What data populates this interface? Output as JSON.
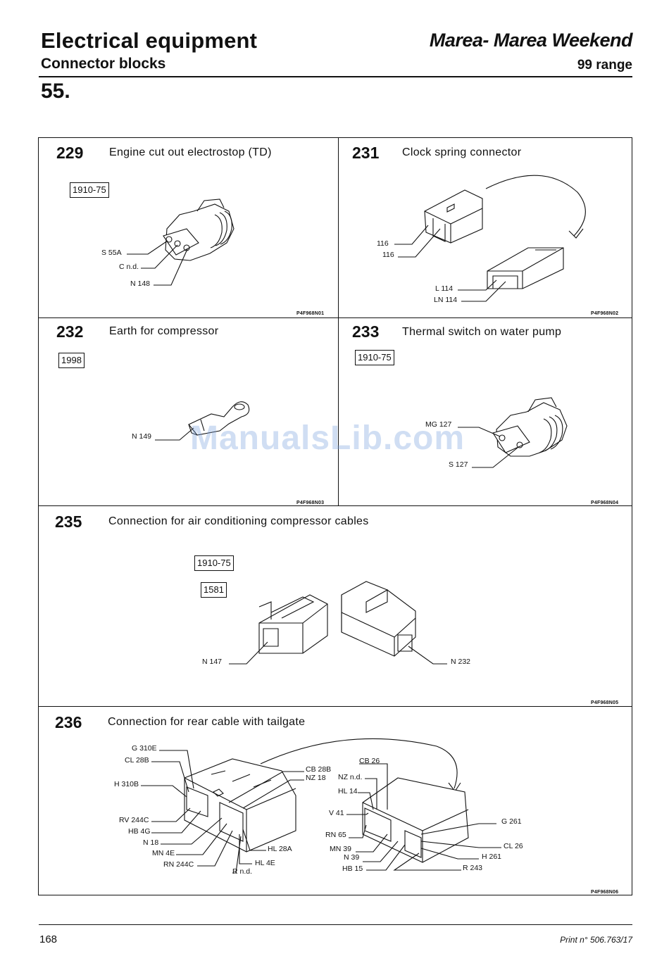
{
  "header": {
    "title": "Electrical equipment",
    "subtitle": "Connector blocks",
    "model": "Marea- Marea Weekend",
    "range": "99 range",
    "section": "55."
  },
  "connectors": [
    {
      "num": "229",
      "title": "Engine cut out electrostop (TD)",
      "codes": [
        "1910-75"
      ],
      "ref": "P4F968N01",
      "labels": [
        "S 55A",
        "C n.d.",
        "N 148"
      ]
    },
    {
      "num": "231",
      "title": "Clock spring connector",
      "codes": [],
      "ref": "P4F968N02",
      "labels": [
        "116",
        "116",
        "L 114",
        "LN 114"
      ]
    },
    {
      "num": "232",
      "title": "Earth for compressor",
      "codes": [
        "1998"
      ],
      "ref": "P4F968N03",
      "labels": [
        "N 149"
      ]
    },
    {
      "num": "233",
      "title": "Thermal switch on water pump",
      "codes": [
        "1910-75"
      ],
      "ref": "P4F968N04",
      "labels": [
        "MG 127",
        "S 127"
      ]
    },
    {
      "num": "235",
      "title": "Connection for air conditioning compressor cables",
      "codes": [
        "1910-75",
        "1581"
      ],
      "ref": "P4F968N05",
      "labels": [
        "N 147",
        "N 232"
      ]
    },
    {
      "num": "236",
      "title": "Connection for rear cable with tailgate",
      "codes": [],
      "ref": "P4F968N06",
      "labels": [
        "G 310E",
        "CL 28B",
        "H 310B",
        "RV 244C",
        "HB 4G",
        "N 18",
        "MN 4E",
        "RN 244C",
        "R n.d.",
        "HL 4E",
        "HL 28A",
        "CB 28B",
        "NZ 18",
        "CB 26",
        "NZ n.d.",
        "HL 14",
        "V 41",
        "RN 65",
        "MN 39",
        "N 39",
        "HB 15",
        "G 261",
        "CL 26",
        "H 261",
        "R 243"
      ]
    }
  ],
  "watermark": "ManualsLib.com",
  "footer": {
    "page": "168",
    "print": "Print n° 506.763/17"
  }
}
